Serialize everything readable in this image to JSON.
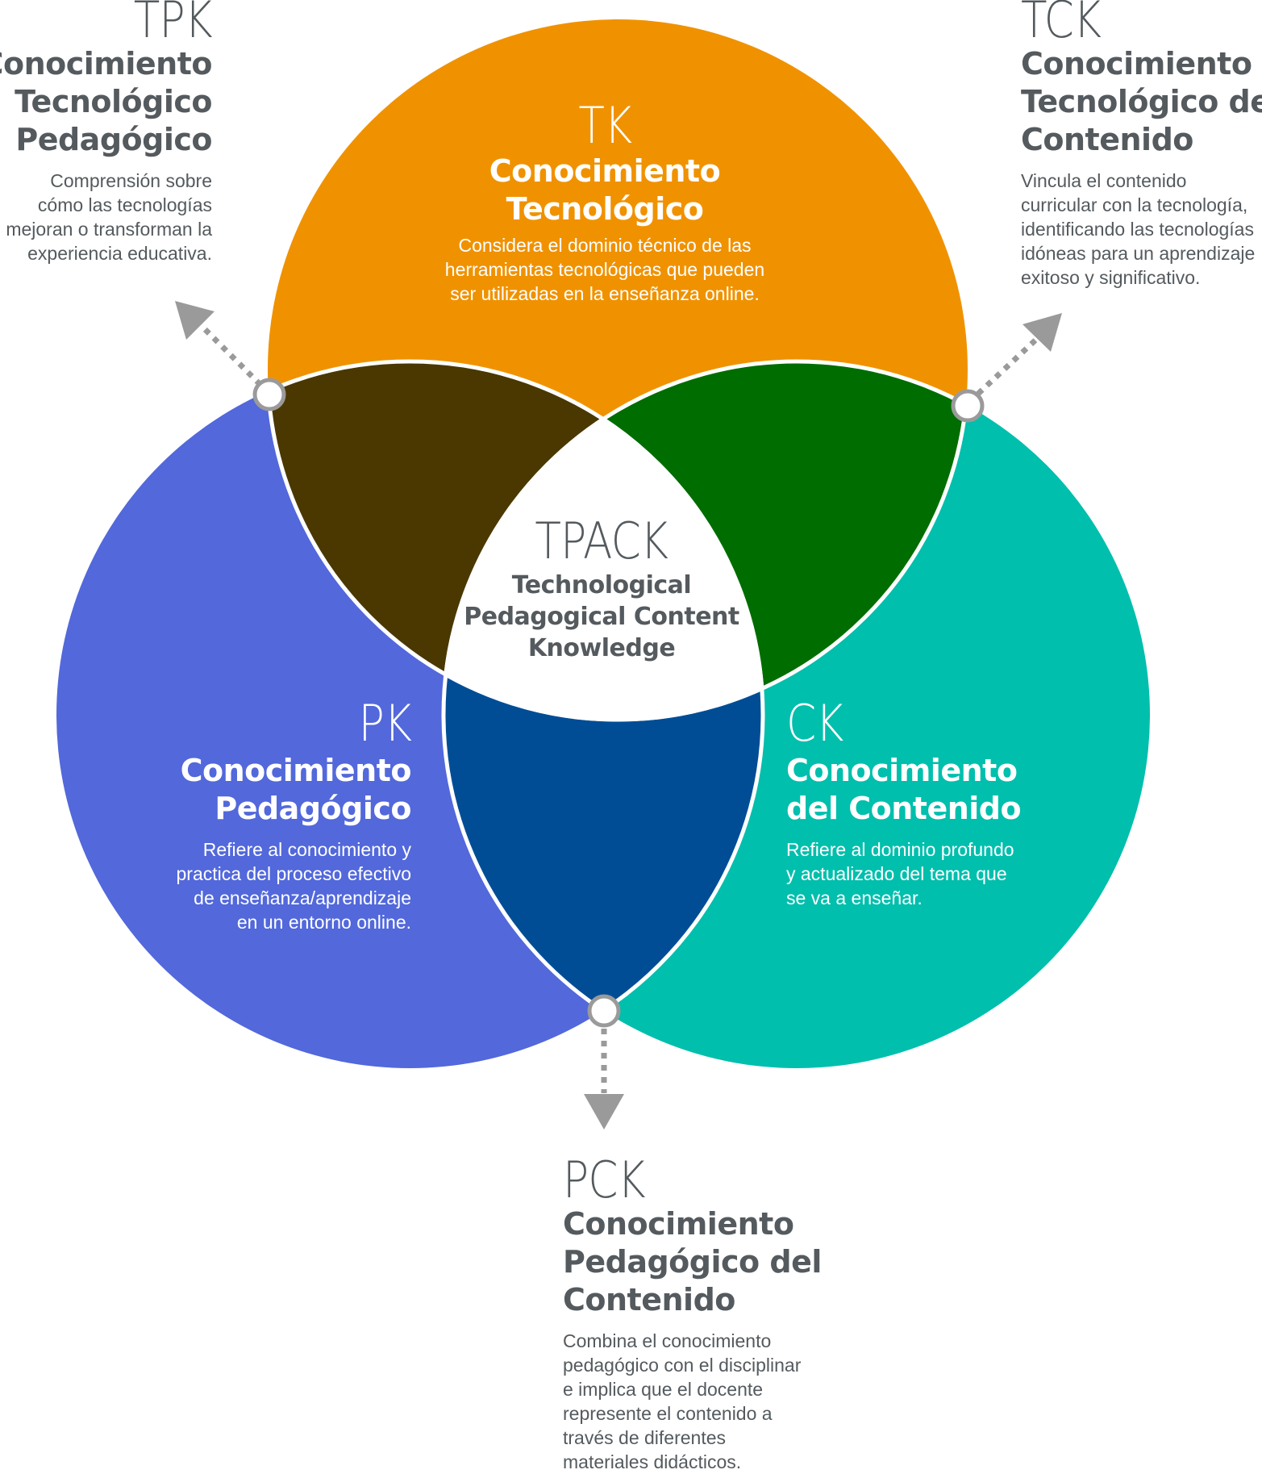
{
  "colors": {
    "tk": "#F09200",
    "pk": "#5268DB",
    "ck": "#00BFAD",
    "tpk": "#4A3800",
    "tck": "#006D00",
    "pck": "#004D96",
    "tpack": "#FFFFFF",
    "text": "#545A5E",
    "connector": "#9A9A9A"
  },
  "circles": [
    {
      "id": "tk",
      "label": "TK",
      "title": [
        "Conocimiento",
        "Tecnológico"
      ],
      "description": [
        "Considera el dominio técnico de las",
        "herramientas tecnológicas que pueden",
        "ser utilizadas en la enseñanza online."
      ]
    },
    {
      "id": "pk",
      "label": "PK",
      "title": [
        "Conocimiento",
        "Pedagógico"
      ],
      "description": [
        "Refiere al conocimiento y",
        "practica del proceso efectivo",
        "de enseñanza/aprendizaje",
        "en un entorno online."
      ]
    },
    {
      "id": "ck",
      "label": "CK",
      "title": [
        "Conocimiento",
        "del Contenido"
      ],
      "description": [
        "Refiere al dominio profundo",
        "y actualizado del tema que",
        "se va a enseñar."
      ]
    }
  ],
  "center": {
    "label": "TPACK",
    "title": [
      "Technological",
      "Pedagogical Content",
      "Knowledge"
    ]
  },
  "intersections": [
    {
      "id": "tpk",
      "label": "TPK",
      "title": [
        "Conocimiento",
        "Tecnológico",
        "Pedagógico"
      ],
      "description": [
        "Comprensión sobre",
        "cómo las tecnologías",
        "mejoran o transforman la",
        "experiencia educativa."
      ]
    },
    {
      "id": "tck",
      "label": "TCK",
      "title": [
        "Conocimiento",
        "Tecnológico del",
        "Contenido"
      ],
      "description": [
        "Vincula el contenido",
        "curricular con la tecnología,",
        "identificando las tecnologías",
        "idóneas para un aprendizaje",
        "exitoso y significativo."
      ]
    },
    {
      "id": "pck",
      "label": "PCK",
      "title": [
        "Conocimiento",
        "Pedagógico del",
        "Contenido"
      ],
      "description": [
        "Combina el conocimiento",
        "pedagógico con el disciplinar",
        "e implica que el docente",
        "represente el contenido a",
        "través de diferentes",
        "materiales didácticos."
      ]
    }
  ]
}
